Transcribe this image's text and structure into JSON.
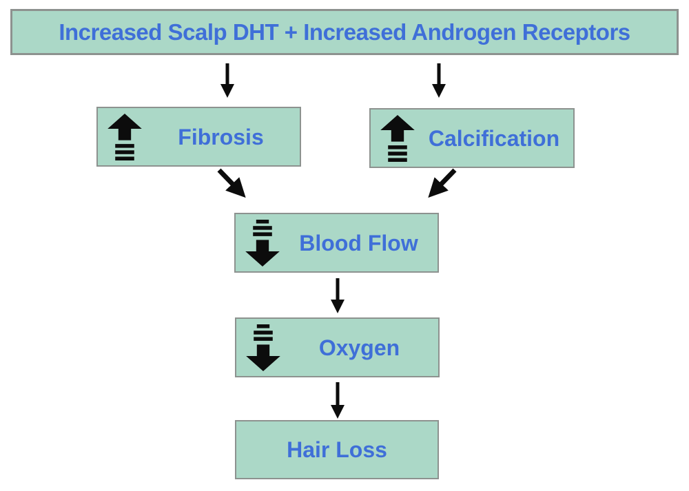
{
  "colors": {
    "box_fill": "#abd8c7",
    "box_border": "#8d928f",
    "label_blue": "#3f6fd8",
    "arrow_black": "#0c0c0c",
    "background": "#ffffff"
  },
  "diagram": {
    "title": "Increased Scalp DHT + Increased Androgen Receptors",
    "nodes": [
      {
        "id": "fibrosis",
        "label": "Fibrosis",
        "icon": "increase-up-arrow-icon"
      },
      {
        "id": "calcification",
        "label": "Calcification",
        "icon": "increase-up-arrow-icon"
      },
      {
        "id": "blood-flow",
        "label": "Blood Flow",
        "icon": "decrease-down-arrow-icon"
      },
      {
        "id": "oxygen",
        "label": "Oxygen",
        "icon": "decrease-down-arrow-icon"
      },
      {
        "id": "hair-loss",
        "label": "Hair Loss",
        "icon": "none"
      }
    ],
    "edges": [
      {
        "from": "title",
        "to": "fibrosis"
      },
      {
        "from": "title",
        "to": "calcification"
      },
      {
        "from": "fibrosis",
        "to": "blood-flow"
      },
      {
        "from": "calcification",
        "to": "blood-flow"
      },
      {
        "from": "blood-flow",
        "to": "oxygen"
      },
      {
        "from": "oxygen",
        "to": "hair-loss"
      }
    ]
  }
}
